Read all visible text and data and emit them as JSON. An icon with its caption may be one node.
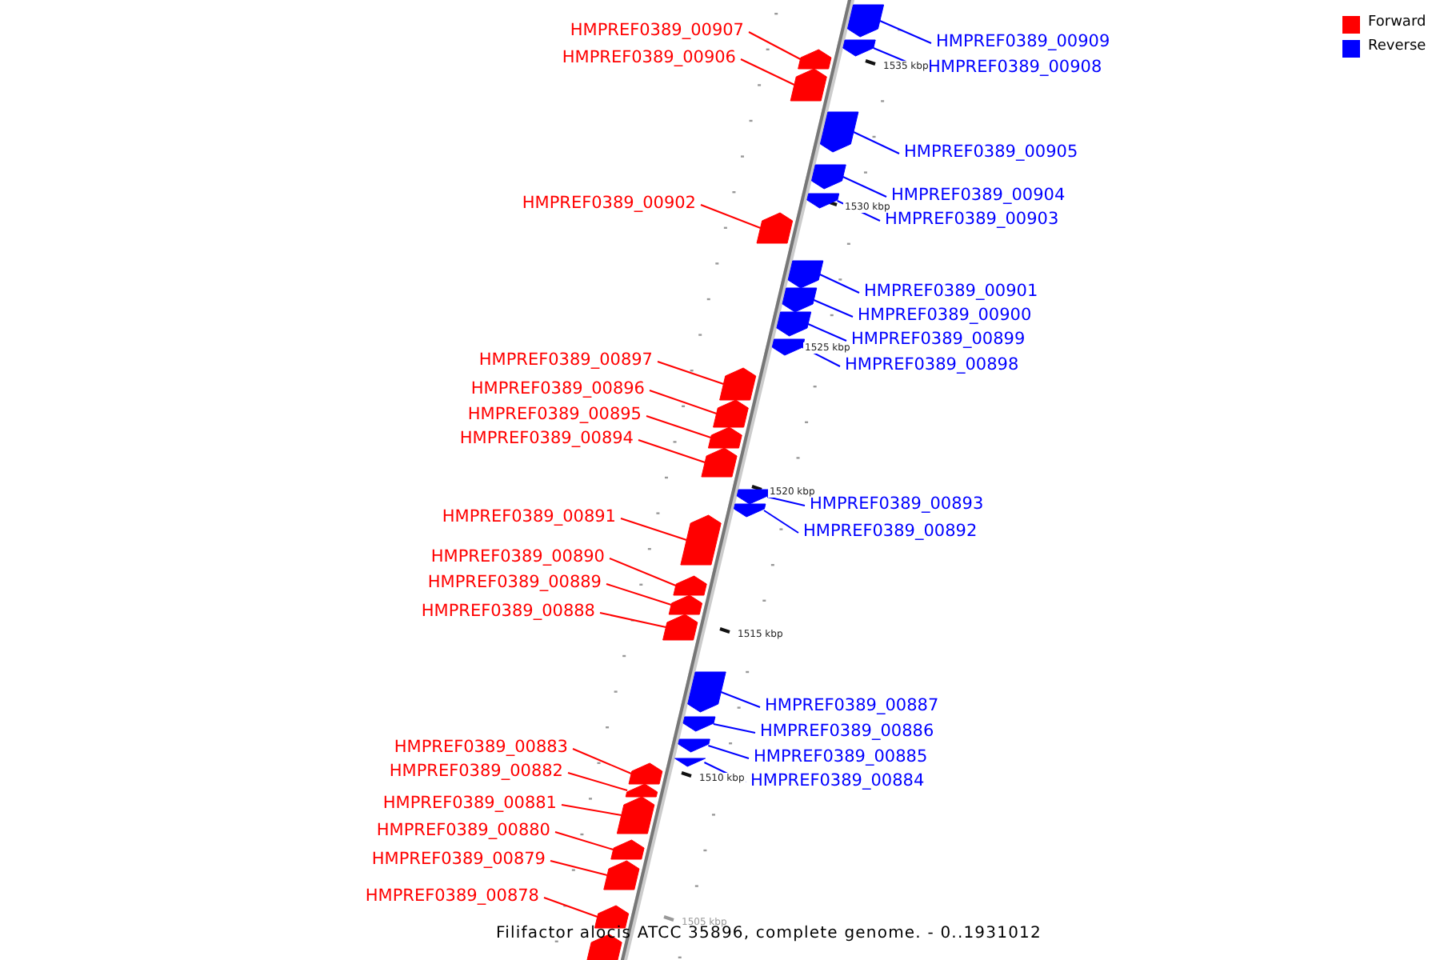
{
  "diagram": {
    "caption": "Filifactor alocis ATCC 35896, complete genome. - 0..1931012",
    "nodes": [
      {
        "text": [
          "HMPREF0389_00907"
        ]
      },
      {
        "text": [],
        "shape": "box"
      },
      {
        "text": [
          "HMPREF0389_00909"
        ]
      },
      {
        "text": [],
        "shape": "box"
      },
      {
        "text": [
          "HMPREF0389_00906"
        ]
      },
      {
        "text": [],
        "shape": "box"
      },
      {
        "text": [
          "HMPREF0389_00908"
        ]
      },
      {
        "text": [],
        "shape": "box"
      },
      {
        "text": [
          "HMPREF0389_00905"
        ]
      },
      {
        "text": [],
        "shape": "box"
      },
      {
        "text": [
          "HMPREF0389_00904"
        ]
      },
      {
        "text": [],
        "shape": "box"
      },
      {
        "text": [
          "HMPREF0389_00902"
        ]
      },
      {
        "text": [],
        "shape": "box"
      },
      {
        "text": [
          "HMPREF0389_00903"
        ]
      },
      {
        "text": [],
        "shape": "box"
      },
      {
        "text": [
          "HMPREF0389_00901"
        ]
      },
      {
        "text": [],
        "shape": "box"
      },
      {
        "text": [
          "HMPREF0389_00900"
        ]
      },
      {
        "text": [],
        "shape": "box"
      },
      {
        "text": [
          "HMPREF0389_00899"
        ]
      },
      {
        "text": [],
        "shape": "box"
      },
      {
        "text": [
          "HMPREF0389_00897"
        ]
      },
      {
        "text": [],
        "shape": "box"
      },
      {
        "text": [
          "HMPREF0389_00898"
        ]
      },
      {
        "text": [],
        "shape": "box"
      },
      {
        "text": [
          "HMPREF0389_00896"
        ]
      },
      {
        "text": [],
        "shape": "box"
      },
      {
        "text": [
          "HMPREF0389_00895"
        ]
      },
      {
        "text": [],
        "shape": "box"
      },
      {
        "text": [
          "HMPREF0389_00894"
        ]
      },
      {
        "text": [],
        "shape": "box"
      },
      {
        "text": [
          "HMPREF0389_00893"
        ]
      },
      {
        "text": [],
        "shape": "box"
      },
      {
        "text": [
          "HMPREF0389_00891"
        ]
      },
      {
        "text": [],
        "shape": "box"
      },
      {
        "text": [
          "HMPREF0389_00892"
        ]
      },
      {
        "text": [],
        "shape": "box"
      },
      {
        "text": [
          "HMPREF0389_00890"
        ]
      },
      {
        "text": [],
        "shape": "box"
      },
      {
        "text": [
          "HMPREF0389_00889"
        ]
      },
      {
        "text": [],
        "shape": "box"
      },
      {
        "text": [
          "HMPREF0389_00888"
        ]
      },
      {
        "text": [],
        "shape": "box"
      },
      {
        "text": [
          "HMPREF0389_00887"
        ]
      },
      {
        "text": [],
        "shape": "box"
      },
      {
        "text": [
          "HMPREF0389_00886"
        ]
      },
      {
        "text": [],
        "shape": "box"
      },
      {
        "text": [
          "HMPREF0389_00883"
        ]
      },
      {
        "text": [],
        "shape": "box"
      },
      {
        "text": [
          "HMPREF0389_00885"
        ]
      },
      {
        "text": [],
        "shape": "box"
      },
      {
        "text": [
          "HMPREF0389_00882"
        ]
      },
      {
        "text": [],
        "shape": "box"
      },
      {
        "text": [
          "HMPREF0389_00884"
        ]
      },
      {
        "text": [],
        "shape": "box"
      },
      {
        "text": [
          "HMPREF0389_00881"
        ]
      },
      {
        "text": [],
        "shape": "box"
      },
      {
        "text": [
          "HMPREF0389_00880"
        ]
      },
      {
        "text": [],
        "shape": "box"
      },
      {
        "text": [
          "HMPREF0389_00879"
        ]
      },
      {
        "text": [],
        "shape": "box"
      },
      {
        "text": [
          "HMPREF0389_00878"
        ]
      },
      {
        "text": [],
        "shape": "box"
      },
      {
        "text": [],
        "shape": "box"
      }
    ],
    "edges": [
      {
        "from": 0,
        "to": 1,
        "arrow": "none"
      },
      {
        "from": 2,
        "to": 3,
        "arrow": "none",
        "color": "#0000ff"
      },
      {
        "from": 4,
        "to": 5,
        "arrow": "none"
      },
      {
        "from": 6,
        "to": 7,
        "arrow": "none",
        "color": "#0000ff"
      },
      {
        "from": 8,
        "to": 9,
        "arrow": "none",
        "color": "#0000ff"
      },
      {
        "from": 10,
        "to": 11,
        "arrow": "none",
        "color": "#0000ff"
      },
      {
        "from": 12,
        "to": 13,
        "arrow": "none"
      },
      {
        "from": 14,
        "to": 15,
        "arrow": "none",
        "color": "#0000ff"
      },
      {
        "from": 16,
        "to": 17,
        "arrow": "none",
        "color": "#0000ff"
      },
      {
        "from": 18,
        "to": 19,
        "arrow": "none",
        "color": "#0000ff"
      },
      {
        "from": 20,
        "to": 21,
        "arrow": "none",
        "color": "#0000ff"
      },
      {
        "from": 22,
        "to": 23,
        "arrow": "none"
      },
      {
        "from": 24,
        "to": 25,
        "arrow": "none",
        "color": "#0000ff"
      },
      {
        "from": 26,
        "to": 27,
        "arrow": "none"
      },
      {
        "from": 28,
        "to": 29,
        "arrow": "none"
      },
      {
        "from": 30,
        "to": 31,
        "arrow": "none"
      },
      {
        "from": 32,
        "to": 33,
        "arrow": "none",
        "color": "#0000ff"
      },
      {
        "from": 34,
        "to": 35,
        "arrow": "none"
      },
      {
        "from": 36,
        "to": 37,
        "arrow": "none",
        "color": "#0000ff"
      },
      {
        "from": 38,
        "to": 39,
        "arrow": "none"
      },
      {
        "from": 40,
        "to": 41,
        "arrow": "none"
      },
      {
        "from": 42,
        "to": 43,
        "arrow": "none"
      },
      {
        "from": 44,
        "to": 45,
        "arrow": "none",
        "color": "#0000ff"
      },
      {
        "from": 46,
        "to": 47,
        "arrow": "none",
        "color": "#0000ff"
      },
      {
        "from": 48,
        "to": 49,
        "arrow": "none"
      },
      {
        "from": 50,
        "to": 51,
        "arrow": "none",
        "color": "#0000ff"
      },
      {
        "from": 52,
        "to": 53,
        "arrow": "none"
      },
      {
        "from": 54,
        "to": 55,
        "arrow": "none",
        "color": "#0000ff"
      },
      {
        "from": 56,
        "to": 57,
        "arrow": "none"
      },
      {
        "from": 58,
        "to": 59,
        "arrow": "none"
      },
      {
        "from": 60,
        "to": 61,
        "arrow": "none"
      },
      {
        "from": 62,
        "to": 63,
        "arrow": "none"
      }
    ],
    "labels": [
      "1535 kbp",
      "1530 kbp",
      "1525 kbp",
      "1520 kbp",
      "1515 kbp",
      "1510 kbp",
      "1505 kbp"
    ],
    "legend": [
      {
        "text": "Forward",
        "color": "#ff0000"
      },
      {
        "text": "Reverse",
        "color": "#0000ff"
      }
    ]
  }
}
